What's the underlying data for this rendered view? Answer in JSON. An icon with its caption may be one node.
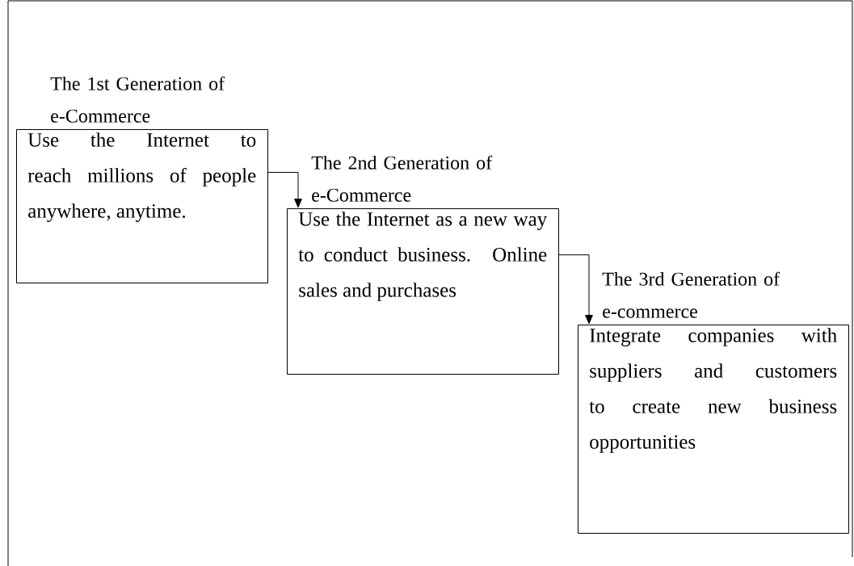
{
  "diagram": {
    "nodes": [
      {
        "text": [
          "The 1st Generation of e-Commerce",
          "Use the Internet to reach millions of people anywhere, anytime."
        ]
      },
      {
        "text": [
          "The 2nd Generation of e-Commerce",
          "Use the Internet as a new way to conduct business. Online sales and purchases"
        ]
      },
      {
        "text": [
          "The 3rd Generation of e-commerce",
          "Integrate companies with suppliers and customers to create new business opportunities"
        ]
      }
    ],
    "edges": [
      {
        "from": 0,
        "to": 1,
        "arrow": "to"
      },
      {
        "from": 1,
        "to": 2,
        "arrow": "to"
      }
    ]
  }
}
